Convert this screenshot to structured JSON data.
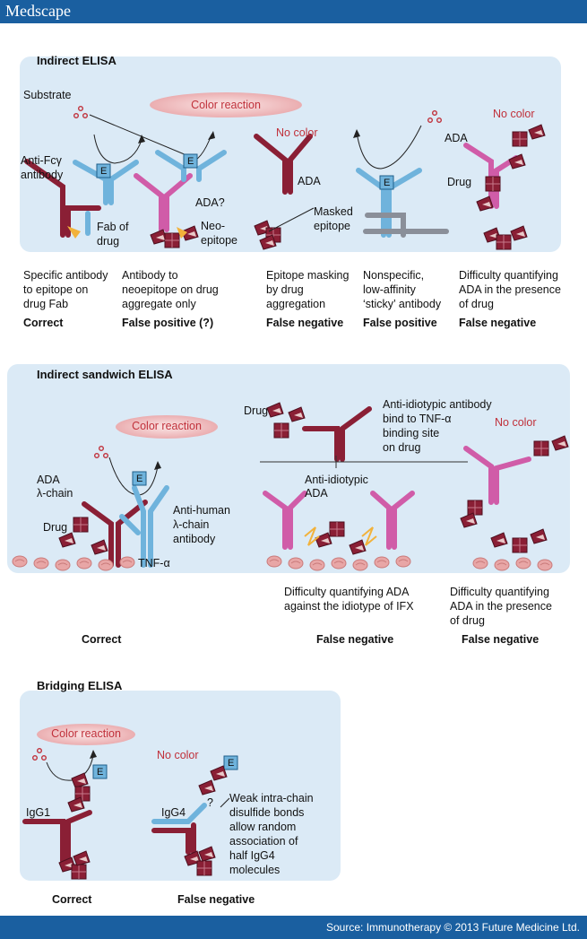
{
  "brand": "Medscape",
  "source": "Source: Immunotherapy © 2013 Future Medicine Ltd.",
  "colors": {
    "bar": "#1a5fa0",
    "panel": "#dbeaf6",
    "drug": "#8a1f35",
    "ada": "#d05ca8",
    "anti": "#6fb3dc",
    "sticky": "#8a8f99",
    "tnf": "#e8a6a6",
    "pill": "#f2c4c4",
    "red_text": "#c0303a"
  },
  "panel1": {
    "title": "Indirect ELISA",
    "color_reaction": "Color reaction",
    "substrate": "Substrate",
    "anti_fc_1": "Anti-Fcγ",
    "anti_fc_2": "antibody",
    "fab_1": "Fab of",
    "fab_2": "drug",
    "ada_q": "ADA?",
    "neo_1": "Neo-",
    "neo_2": "epitope",
    "no_color_a": "No color",
    "ada_a": "ADA",
    "masked_1": "Masked",
    "masked_2": "epitope",
    "no_color_b": "No color",
    "ada_b": "ADA",
    "drug_b": "Drug",
    "enzyme": "E",
    "desc1": [
      "Specific antibody",
      "to epitope on",
      "drug Fab"
    ],
    "res1": "Correct",
    "desc2": [
      "Antibody to",
      "neoepitope on drug",
      "aggregate only"
    ],
    "res2": "False positive (?)",
    "desc3": [
      "Epitope masking",
      "by drug",
      "aggregation"
    ],
    "res3": "False negative",
    "desc4": [
      "Nonspecific,",
      "low-affinity",
      "‘sticky’ antibody"
    ],
    "res4": "False positive",
    "desc5": [
      "Difficulty quantifying",
      "ADA in the presence",
      "of drug"
    ],
    "res5": "False negative"
  },
  "panel2": {
    "title": "Indirect sandwich ELISA",
    "color_reaction": "Color reaction",
    "ada_1": "ADA",
    "ada_2": "λ-chain",
    "anti_1": "Anti-human",
    "anti_2": "λ-chain",
    "anti_3": "antibody",
    "drug": "Drug",
    "tnf": "TNF-α",
    "drug_top": "Drug",
    "idio_note": [
      "Anti-idiotypic antibody",
      "bind to TNF-α",
      "binding site",
      "on drug"
    ],
    "idio_1": "Anti-idiotypic",
    "idio_2": "ADA",
    "no_color": "No color",
    "enzyme": "E",
    "desc2": [
      "Difficulty quantifying ADA",
      "against the idiotype of IFX"
    ],
    "desc3": [
      "Difficulty quantifying",
      "ADA in the presence",
      "of drug"
    ],
    "res1": "Correct",
    "res2": "False negative",
    "res3": "False negative"
  },
  "panel3": {
    "title": "Bridging ELISA",
    "color_reaction": "Color reaction",
    "no_color": "No color",
    "igg1": "IgG1",
    "igg4": "IgG4",
    "qmark": "?",
    "note": [
      "Weak intra-chain",
      "disulfide bonds",
      "allow random",
      "association of",
      "half IgG4",
      "molecules"
    ],
    "enzyme": "E",
    "res1": "Correct",
    "res2": "False negative"
  }
}
